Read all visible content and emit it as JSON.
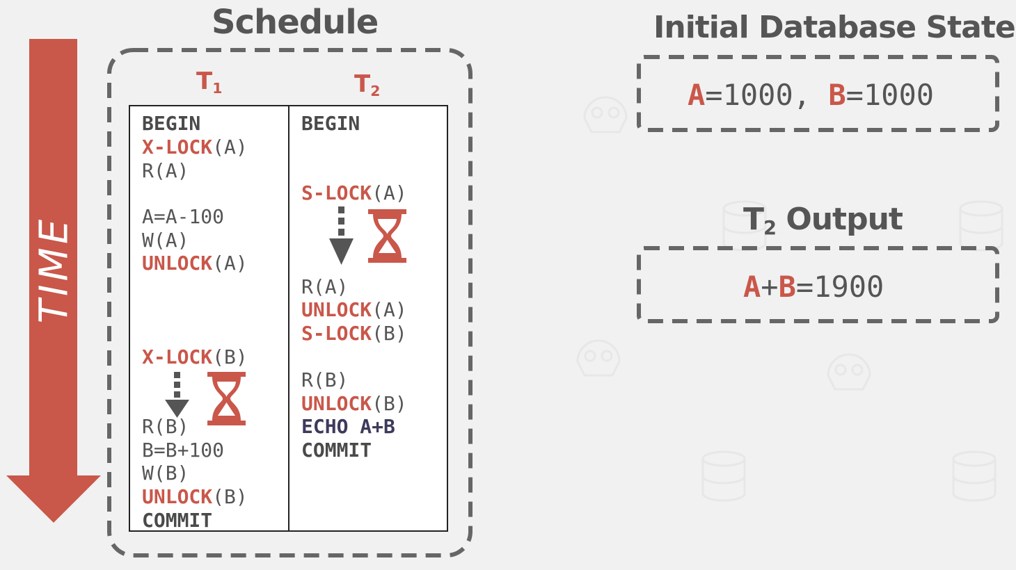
{
  "schedule": {
    "title": "Schedule",
    "t1": {
      "letter": "T",
      "sub": "1"
    },
    "t2": {
      "letter": "T",
      "sub": "2"
    }
  },
  "time_label": "TIME",
  "t1_ops": {
    "begin": "BEGIN",
    "xlock_a_kw": "X-LOCK",
    "xlock_a_arg": "(A)",
    "read_a": "R(A)",
    "compute_a": "A=A-100",
    "write_a": "W(A)",
    "unlock_a_kw": "UNLOCK",
    "unlock_a_arg": "(A)",
    "xlock_b_kw": "X-LOCK",
    "xlock_b_arg": "(B)",
    "read_b": "R(B)",
    "compute_b": "B=B+100",
    "write_b": "W(B)",
    "unlock_b_kw": "UNLOCK",
    "unlock_b_arg": "(B)",
    "commit": "COMMIT"
  },
  "t2_ops": {
    "begin": "BEGIN",
    "slock_a_kw": "S-LOCK",
    "slock_a_arg": "(A)",
    "read_a": "R(A)",
    "unlock_a_kw": "UNLOCK",
    "unlock_a_arg": "(A)",
    "slock_b_kw": "S-LOCK",
    "slock_b_arg": "(B)",
    "read_b": "R(B)",
    "unlock_b_kw": "UNLOCK",
    "unlock_b_arg": "(B)",
    "echo": "ECHO A+B",
    "commit": "COMMIT"
  },
  "initial_state": {
    "title": "Initial Database State",
    "a_name": "A",
    "a_value": "=1000, ",
    "b_name": "B",
    "b_value": "=1000"
  },
  "output": {
    "title_letter": "T",
    "title_sub": "2",
    "title_rest": " Output",
    "a_name": "A",
    "plus": "+",
    "b_name": "B",
    "result": "=1900"
  },
  "icons": [
    "hourglass-icon",
    "dashed-down-arrow-icon",
    "time-arrow"
  ],
  "colors": {
    "accent": "#c9574a",
    "text": "#555555",
    "echo": "#3d3a5c",
    "background": "#f1f1f1"
  }
}
